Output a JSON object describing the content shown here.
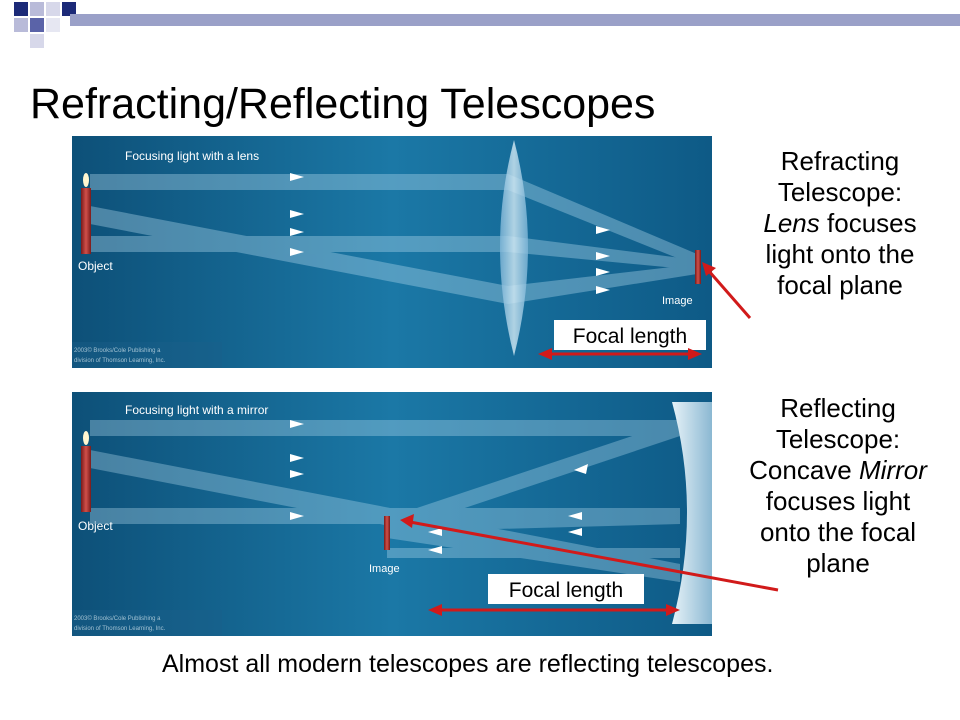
{
  "slide": {
    "title": "Refracting/Reflecting Telescopes",
    "footer": "Almost all modern telescopes are reflecting telescopes."
  },
  "refractor": {
    "heading": "Focusing light with a lens",
    "object_label": "Object",
    "image_label": "Image",
    "focal_label": "Focal length",
    "copyright": [
      "2003© Brooks/Cole Publishing a",
      "division of Thomson Learning, Inc."
    ],
    "caption": {
      "line1": "Refracting",
      "line2": "Telescope:",
      "emph": "Lens",
      "line3_rest": " focuses",
      "line4": "light onto the",
      "line5": "focal plane"
    }
  },
  "reflector": {
    "heading": "Focusing light with a mirror",
    "object_label": "Object",
    "image_label": "Image",
    "focal_label": "Focal length",
    "copyright": [
      "2003© Brooks/Cole Publishing a",
      "division of Thomson Learning, Inc."
    ],
    "caption": {
      "line1": "Reflecting",
      "line2": "Telescope:",
      "line3_pre": "Concave ",
      "emph": "Mirror",
      "line4": "focuses light",
      "line5": "onto the focal",
      "line6": "plane"
    }
  },
  "colors": {
    "panel_dark": "#0a3f63",
    "panel_light": "#1f7fae",
    "annotation_red": "#d11a1a",
    "accent_blue": "#2a3a8c"
  }
}
